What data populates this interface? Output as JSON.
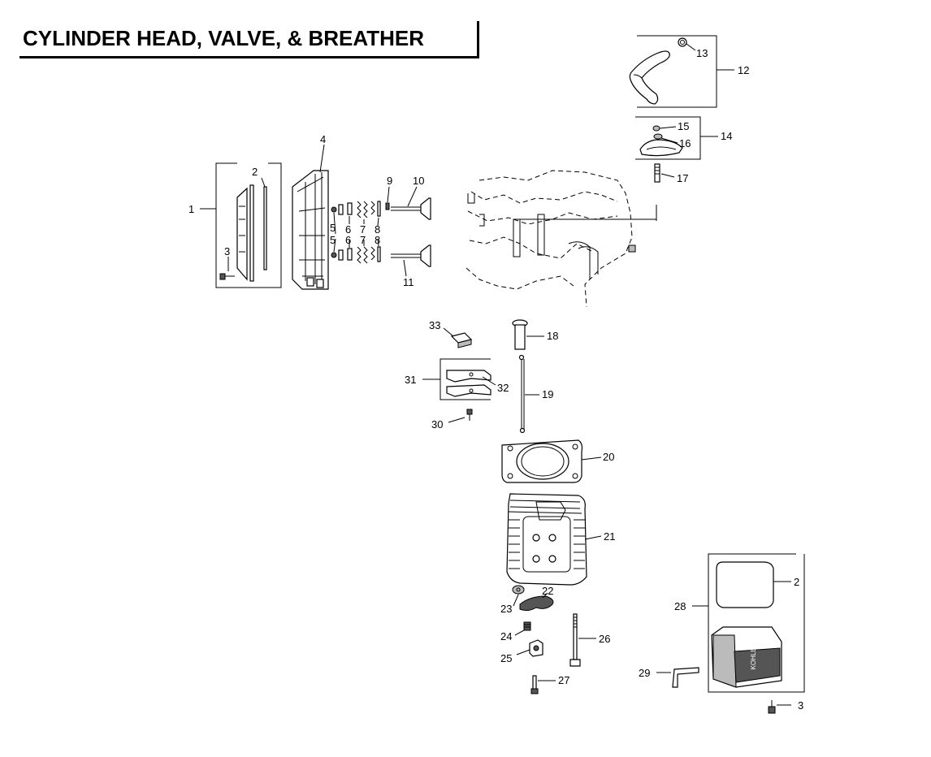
{
  "title": "CYLINDER HEAD, VALVE, & BREATHER",
  "callouts": {
    "c1": "1",
    "c2": "2",
    "c3": "3",
    "c4": "4",
    "c5a": "5",
    "c5b": "5",
    "c6a": "6",
    "c6b": "6",
    "c7a": "7",
    "c7b": "7",
    "c8a": "8",
    "c8b": "8",
    "c9": "9",
    "c10": "10",
    "c11": "11",
    "c12": "12",
    "c13": "13",
    "c14": "14",
    "c15": "15",
    "c16": "16",
    "c17": "17",
    "c18": "18",
    "c19": "19",
    "c20": "20",
    "c21": "21",
    "c22": "22",
    "c23": "23",
    "c24": "24",
    "c25": "25",
    "c26": "26",
    "c27": "27",
    "c28": "28",
    "c2b": "2",
    "c29": "29",
    "c3b": "3",
    "c30": "30",
    "c31": "31",
    "c32": "32",
    "c33": "33"
  },
  "cover_lettering": "KOHLER",
  "icons": [
    "valve-cover-part",
    "gasket-part",
    "valve-part",
    "spring-part",
    "breather-hose-part",
    "cylinder-head-part",
    "push-rod-part",
    "bolt-part"
  ]
}
